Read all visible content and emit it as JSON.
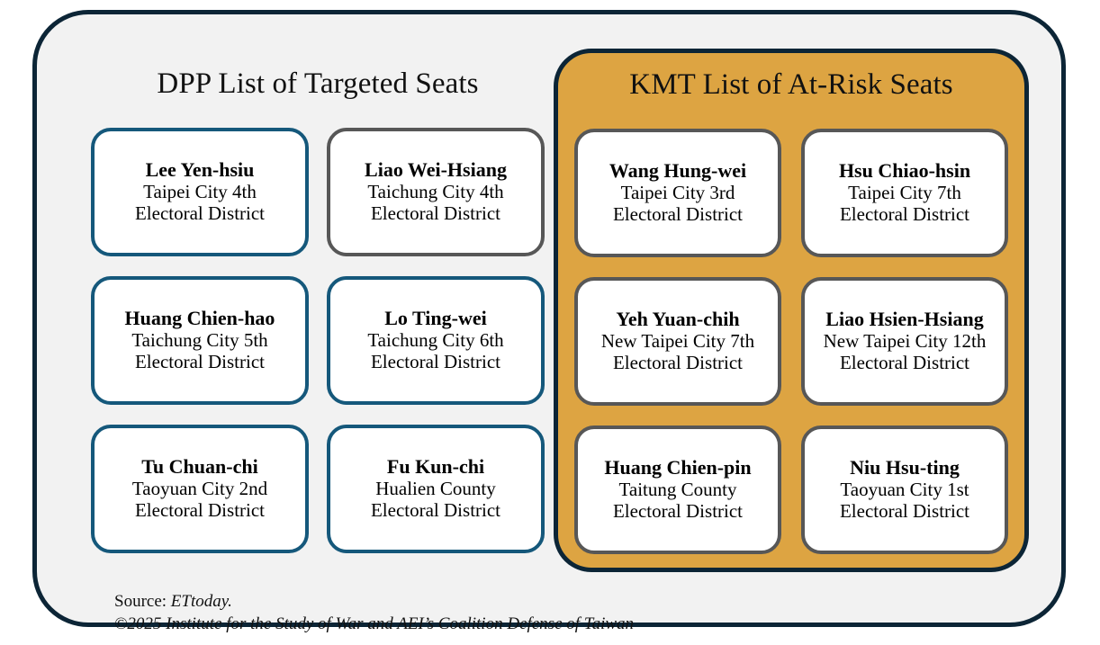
{
  "graphic": {
    "background_color": "#FFFFFF",
    "panel_background": "#F2F2F2",
    "panel_border_color": "#0C2536",
    "kmt_panel_color": "#DDA442",
    "teal_border_color": "#15587B",
    "gray_border_color": "#575757"
  },
  "columns": [
    {
      "id": "dpp",
      "title": "DPP List of Targeted Seats",
      "cards": [
        {
          "name": "Lee Yen-hsiu",
          "district": "Taipei City 4th\nElectoral District",
          "border": "teal"
        },
        {
          "name": "Liao Wei-Hsiang",
          "district": "Taichung City 4th\nElectoral District",
          "border": "gray"
        },
        {
          "name": "Huang Chien-hao",
          "district": "Taichung City 5th\nElectoral District",
          "border": "teal"
        },
        {
          "name": "Lo Ting-wei",
          "district": "Taichung City 6th\nElectoral District",
          "border": "teal"
        },
        {
          "name": "Tu Chuan-chi",
          "district": "Taoyuan City 2nd\nElectoral District",
          "border": "teal"
        },
        {
          "name": "Fu Kun-chi",
          "district": "Hualien County\nElectoral District",
          "border": "teal"
        }
      ]
    },
    {
      "id": "kmt",
      "title": "KMT List of At-Risk Seats",
      "cards": [
        {
          "name": "Wang Hung-wei",
          "district": "Taipei City 3rd\nElectoral District",
          "border": "gray"
        },
        {
          "name": "Hsu Chiao-hsin",
          "district": "Taipei City 7th\nElectoral District",
          "border": "gray"
        },
        {
          "name": "Yeh Yuan-chih",
          "district": "New Taipei City 7th\nElectoral District",
          "border": "gray"
        },
        {
          "name": "Liao Hsien-Hsiang",
          "district": "New Taipei City 12th\nElectoral District",
          "border": "gray"
        },
        {
          "name": "Huang Chien-pin",
          "district": "Taitung County\nElectoral District",
          "border": "gray"
        },
        {
          "name": "Niu Hsu-ting",
          "district": "Taoyuan City 1st\nElectoral District",
          "border": "gray"
        }
      ]
    }
  ],
  "footer": {
    "source_label": "Source: ",
    "source_name": "ETtoday.",
    "copyright": "©2025 Institute for the Study of War and AEI’s Coalition Defense of Taiwan"
  }
}
